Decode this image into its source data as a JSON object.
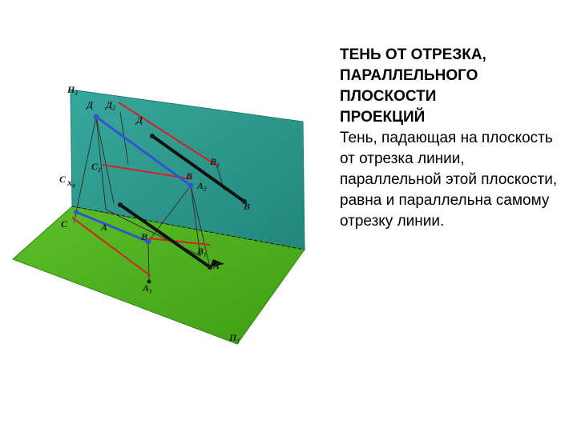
{
  "slide": {
    "title": "ТЕНЬ ОТ ОТРЕЗКА,\nПАРАЛЛЕЛЬНОГО\nПЛОСКОСТИ\nПРОЕКЦИЙ",
    "body": "Тень, падающая на плоскость от отрезка линии, параллельной этой плоскости, равна и параллельна самому отрезку линии."
  },
  "diagram": {
    "labels": {
      "pi2": "П₂",
      "pi1": "П₁",
      "d": "Д",
      "d2": "Д₂",
      "d_shadow": "Д",
      "c": "С",
      "x0": "x₀",
      "c2": "С₂",
      "c_low": "С",
      "b2": "В₂",
      "b": "В",
      "a2": "А₂",
      "b_shadow": "В",
      "a_k": "А",
      "a_low": "А",
      "b_low": "В",
      "b1": "В₁",
      "a1": "А₁"
    },
    "colors": {
      "front_plane": "#2b9a8f",
      "ground_plane": "#4caf1e",
      "blue_segment": "#3355cc",
      "red_line": "#d82020",
      "shadow": "#111111",
      "thin_line": "#333333"
    }
  }
}
